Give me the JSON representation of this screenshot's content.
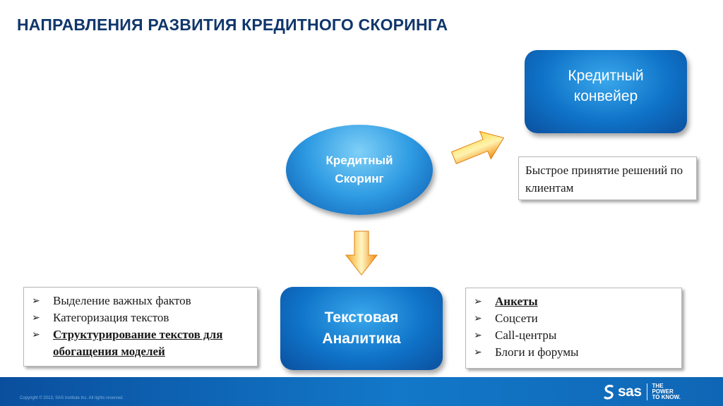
{
  "title": "НАПРАВЛЕНИЯ РАЗВИТИЯ КРЕДИТНОГО СКОРИНГА",
  "nodes": {
    "credit_pipeline": "Кредитный конвейер",
    "credit_scoring": "Кредитный Скоринг",
    "text_analytics": "Текстовая Аналитика"
  },
  "quick_decisions": "Быстрое принятие решений по клиентам",
  "left_list": [
    "Выделение важных фактов",
    "Категоризация текстов",
    "Структурирование текстов для обогащения моделей"
  ],
  "right_list": [
    "Анкеты",
    "Соцсети",
    "Call-центры",
    "Блоги и форумы"
  ],
  "bullet_glyph": "➢",
  "footer": {
    "copyright": "Copyright © 2013, SAS Institute Inc. All rights reserved.",
    "brand": "sas",
    "tagline": [
      "THE",
      "POWER",
      "TO KNOW."
    ]
  },
  "colors": {
    "title": "#10366b",
    "box_blue": "#0f73c8",
    "arrow_orange": "#f29a1c",
    "footer_blue": "#1378c9"
  }
}
